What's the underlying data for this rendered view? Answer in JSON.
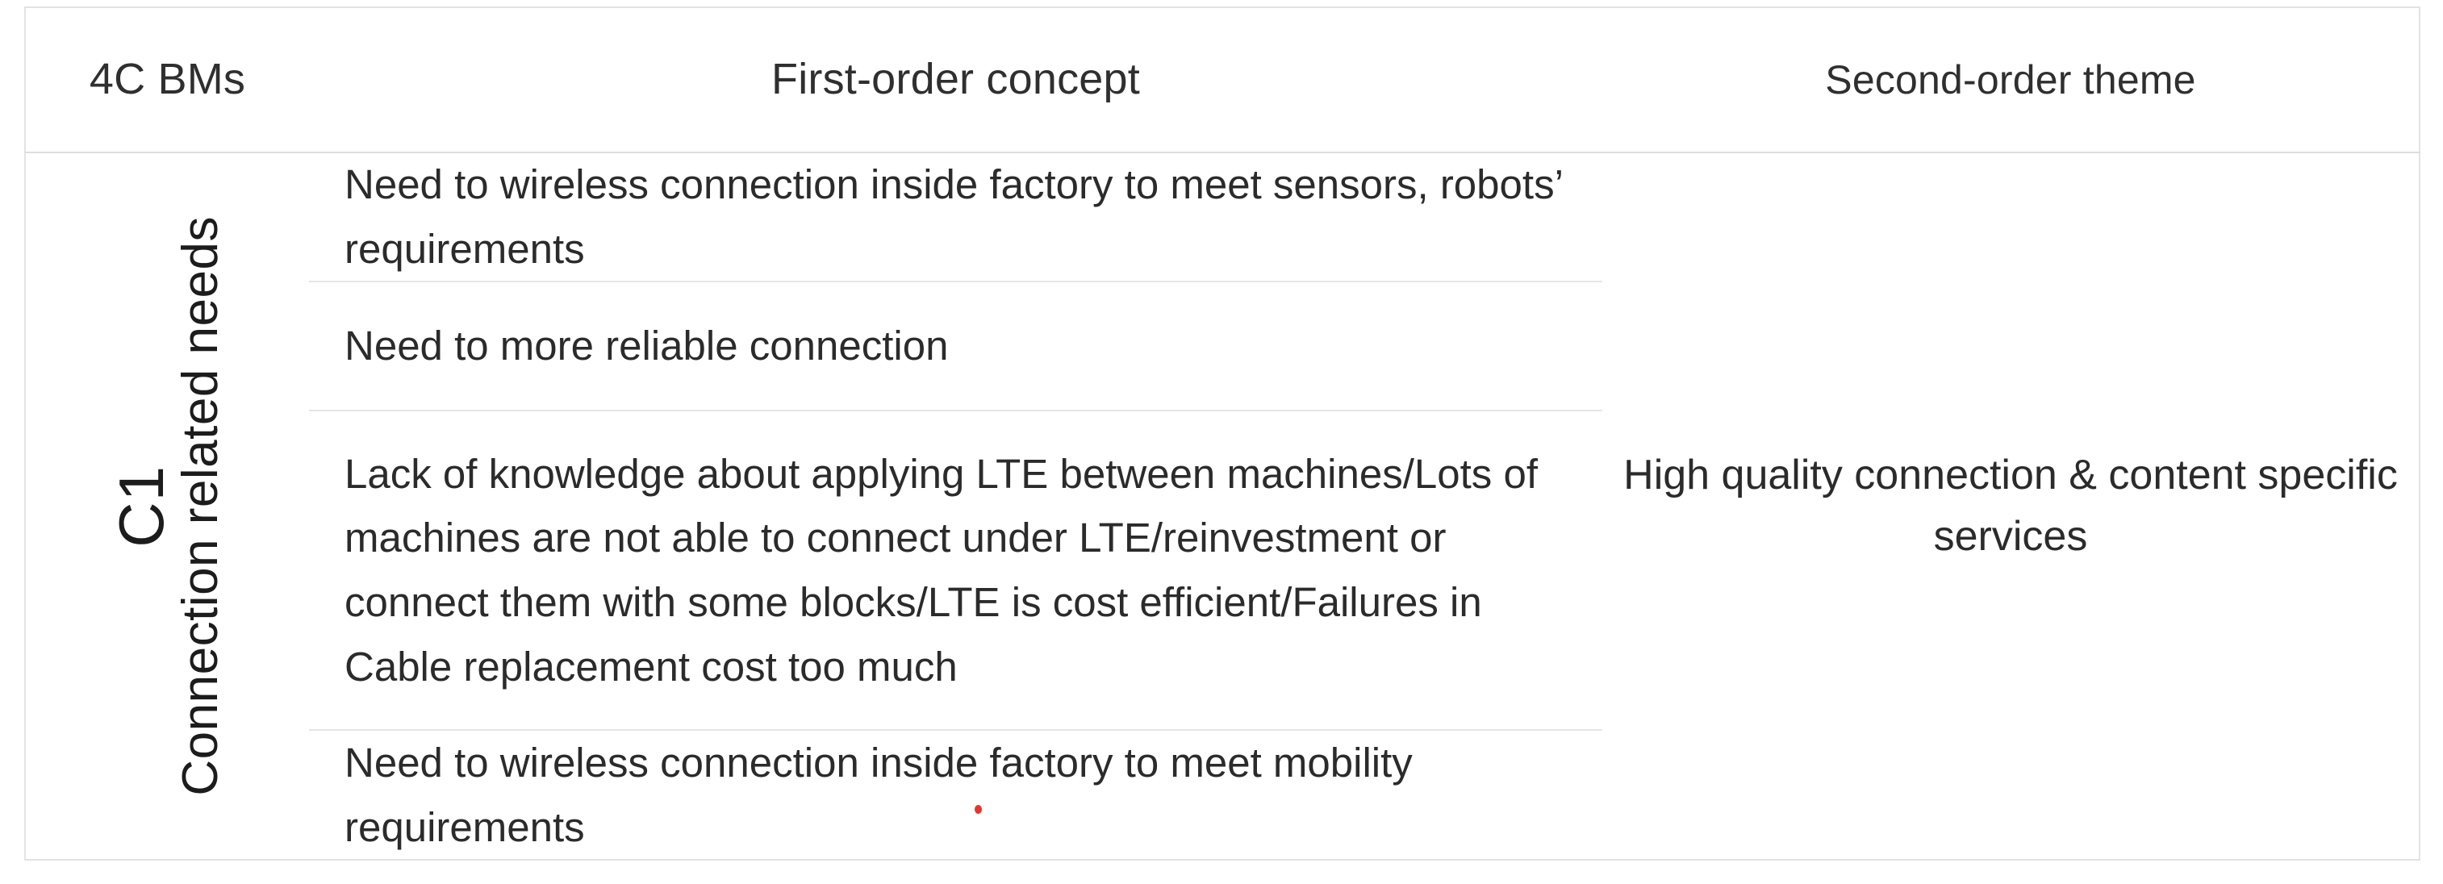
{
  "table": {
    "headers": {
      "col1": "4C BMs",
      "col2": "First-order concept",
      "col3": "Second-order theme"
    },
    "rows": [
      {
        "bm_code": "C1",
        "bm_label": "Connection related needs",
        "first_order_concepts": [
          "Need to wireless connection inside factory to meet sensors, robots’ requirements",
          "Need to more reliable connection",
          "Lack of knowledge about applying LTE between machines/Lots of machines are not able to connect under LTE/reinvestment or connect them with some blocks/LTE is cost efficient/Failures in Cable replacement cost too much",
          "Need to wireless connection inside factory to meet mobility requirements"
        ],
        "second_order_theme": "High quality connection & content specific services"
      }
    ]
  },
  "annotations": {
    "red_dot_color": "#e8342a"
  },
  "colors": {
    "text": "#2b2b2b",
    "border": "#dedede",
    "inner_border": "#e6e6e6",
    "background": "#ffffff"
  }
}
